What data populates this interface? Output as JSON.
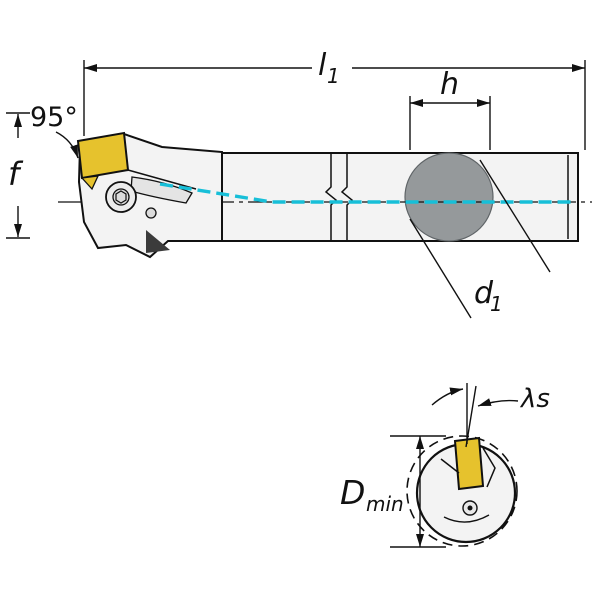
{
  "figure": {
    "type": "technical-drawing",
    "description": "Boring bar with indexable insert — side view and end view with dimensions"
  },
  "colors": {
    "insert_yellow": "#E6C22D",
    "coolant_cyan": "#17BFD8",
    "section_gray": "#95999B",
    "body_fill": "#F3F3F3",
    "line": "#111111"
  },
  "side_view": {
    "dim_l1_main": "l",
    "dim_l1_sub": "1",
    "dim_h": "h",
    "entering_angle": "95°",
    "dim_f": "f",
    "dim_d1_main": "d",
    "dim_d1_sub": "1"
  },
  "end_view": {
    "inclination_angle": "λs",
    "dim_dmin_main": "D",
    "dim_dmin_sub": "min"
  }
}
